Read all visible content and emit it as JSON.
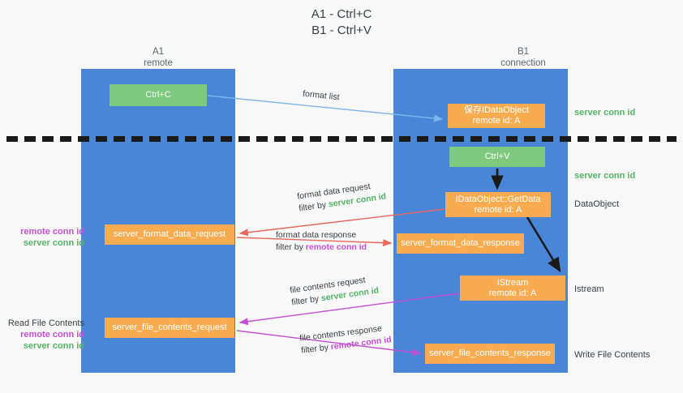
{
  "title": {
    "line1": "A1 - Ctrl+C",
    "line2": "B1 - Ctrl+V"
  },
  "columns": {
    "left": {
      "name": "A1",
      "role": "remote"
    },
    "right": {
      "name": "B1",
      "role": "connection"
    }
  },
  "nodes": {
    "ctrl_c": {
      "label": "Ctrl+C",
      "color": "#7ec97e"
    },
    "save_idataobject": {
      "label": "保存IDataObject",
      "sub": "remote id: A",
      "color": "#f9ab50"
    },
    "ctrl_v": {
      "label": "Ctrl+V",
      "color": "#7ec97e"
    },
    "getdata": {
      "label": "IDataObject::GetData",
      "sub": "remote id: A",
      "color": "#f9ab50"
    },
    "format_data_request": {
      "label": "server_format_data_request",
      "color": "#f9ab50"
    },
    "format_data_response": {
      "label": "server_format_data_response",
      "color": "#f9ab50"
    },
    "istream": {
      "label": "IStream",
      "sub": "remote id: A",
      "color": "#f9ab50"
    },
    "file_contents_request": {
      "label": "server_file_contents_request",
      "color": "#f9ab50"
    },
    "file_contents_response": {
      "label": "server_file_contents_response",
      "color": "#f9ab50"
    }
  },
  "edges": {
    "format_list": {
      "text": "format list"
    },
    "fd_request": {
      "text": "format data request",
      "filter_prefix": "filter by ",
      "filter_target": "server conn id"
    },
    "fd_response": {
      "text": "format data response",
      "filter_prefix": "filter by ",
      "filter_target": "remote conn id"
    },
    "fc_request": {
      "text": "file contents request",
      "filter_prefix": "filter by ",
      "filter_target": "server conn id"
    },
    "fc_response": {
      "text": "file contents response",
      "filter_prefix": "filter by ",
      "filter_target": "remote conn id"
    }
  },
  "annotations": {
    "right": {
      "server_conn_id_top": "server conn id",
      "server_conn_id_second": "server conn id",
      "dataobject": "DataObject",
      "istream": "Istream",
      "write_file_contents": "Write File Contents"
    },
    "left": {
      "remote_conn_id_1": "remote conn id",
      "server_conn_id_1": "server conn id",
      "read_file_contents": "Read File Contents",
      "remote_conn_id_2": "remote conn id",
      "server_conn_id_2": "server conn id"
    }
  },
  "colors": {
    "lane": "#4a86d8",
    "node_orange": "#f9ab50",
    "node_green": "#7ec97e",
    "server_conn": "#55b265",
    "remote_conn": "#c44fd0",
    "arrow_blue": "#7eb6e8",
    "arrow_red": "#e8685d",
    "arrow_magenta": "#c44fd0",
    "arrow_black": "#1a1a1a",
    "background": "#f8f8f8"
  }
}
